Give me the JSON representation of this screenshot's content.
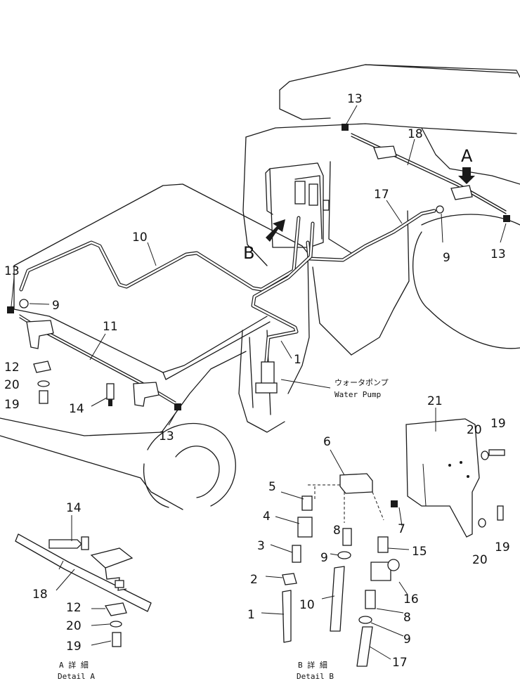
{
  "callouts": {
    "c13a": "13",
    "c18a": "18",
    "c17a": "17",
    "cA": "A",
    "cB": "B",
    "c9a": "9",
    "c13b": "13",
    "c10a": "10",
    "c13c": "13",
    "c9b": "9",
    "c11": "11",
    "c1a": "1",
    "c12a": "12",
    "c20a": "20",
    "c19a": "19",
    "c14a": "14",
    "c13d": "13",
    "c21": "21",
    "c6": "6",
    "c20b": "20",
    "c19b": "19",
    "c5": "5",
    "c4": "4",
    "c8a": "8",
    "c7": "7",
    "c3": "3",
    "c9c": "9",
    "c15": "15",
    "c2": "2",
    "c16": "16",
    "c10b": "10",
    "c1b": "1",
    "c8b": "8",
    "c9d": "9",
    "c17b": "17",
    "c20c": "20",
    "c19c": "19",
    "c14b": "14",
    "c18b": "18",
    "c12b": "12",
    "c20d": "20",
    "c19d": "19"
  },
  "labels": {
    "water_pump_jp": "ウォータポンプ",
    "water_pump_en": "Water Pump",
    "detail_a_jp": "A 詳 細",
    "detail_a_en": "Detail A",
    "detail_b_jp": "B 詳 細",
    "detail_b_en": "Detail B"
  }
}
